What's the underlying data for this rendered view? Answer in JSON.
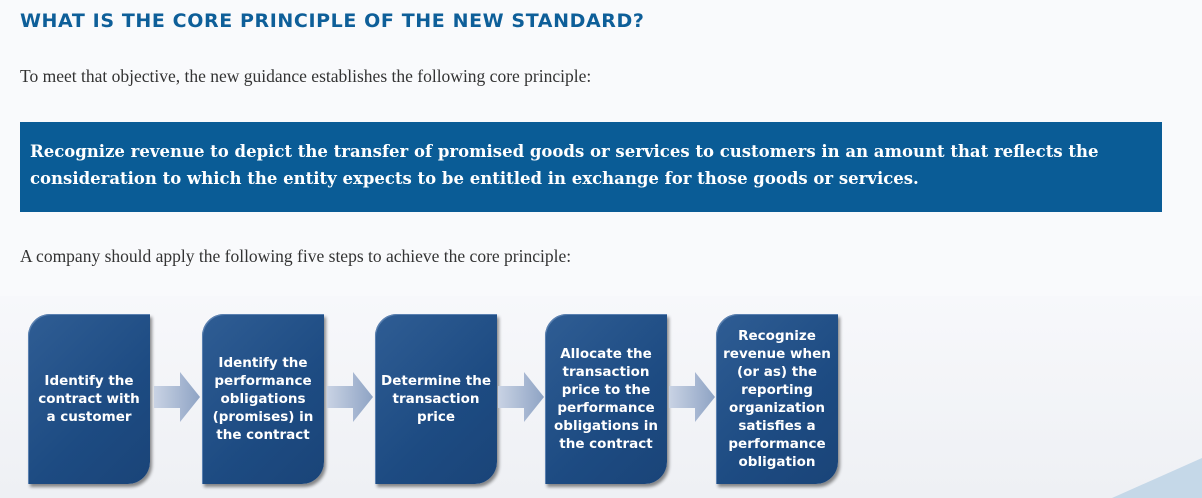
{
  "heading": "WHAT IS THE CORE PRINCIPLE OF THE NEW STANDARD?",
  "intro": "To meet that objective, the new guidance establishes the following core principle:",
  "principle": "Recognize revenue to depict the transfer of promised goods or services to customers in an amount that reflects the consideration to which the entity expects to be entitled in exchange for those goods or services.",
  "steps_intro": "A company should apply the following five steps to achieve the core principle:",
  "steps": [
    "Identify the contract with a customer",
    "Identify the performance obligations (promises) in the contract",
    "Determine the transaction price",
    "Allocate the transaction price to the performance obligations in the contract",
    "Recognize revenue when (or as) the reporting organization satisfies a performance obligation"
  ]
}
